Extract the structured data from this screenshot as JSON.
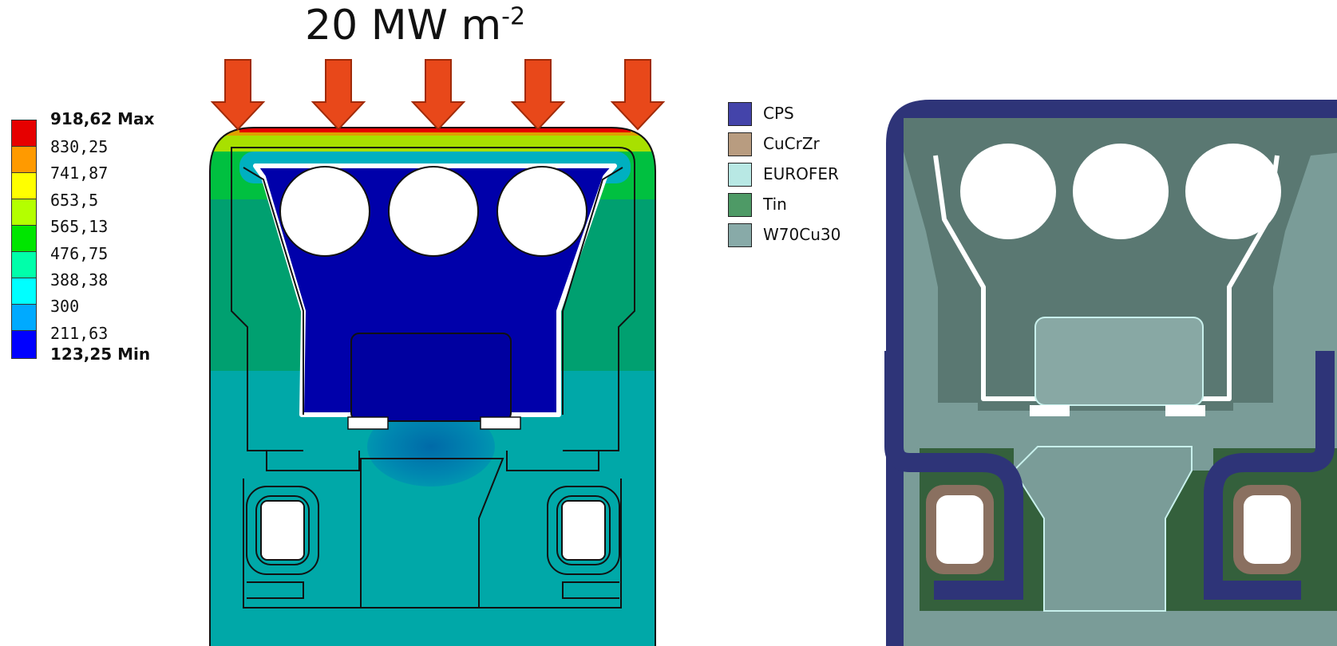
{
  "title": {
    "main": "20 MW m",
    "superscript": "-2"
  },
  "scale": {
    "labels": [
      "918,62 Max",
      "830,25",
      "741,87",
      "653,5",
      "565,13",
      "476,75",
      "388,38",
      "300",
      "211,63",
      "123,25 Min"
    ],
    "colors": [
      "#e60000",
      "#ff9a00",
      "#ffff00",
      "#b4ff00",
      "#00e600",
      "#00ffaa",
      "#00ffff",
      "#00aaff",
      "#0000ff"
    ]
  },
  "materials": [
    {
      "name": "CPS",
      "color": "#4444aa"
    },
    {
      "name": "CuCrZr",
      "color": "#b89c80"
    },
    {
      "name": "EUROFER",
      "color": "#b8e8e4"
    },
    {
      "name": "Tin",
      "color": "#4e9a66"
    },
    {
      "name": "W70Cu30",
      "color": "#88aaa8"
    }
  ],
  "colors": {
    "arrow": "#e8481a",
    "hot_red": "#e60000",
    "cool_blue": "#0000aa",
    "cyan_body": "#00a8a8",
    "green_band": "#00a070",
    "model_cps": "#2e3478",
    "model_w70cu30": "#7a9c98",
    "model_inner": "#5a7872",
    "model_tin": "#34603c",
    "model_cucrzr": "#8a7060",
    "model_eurofer": "#88a8a4"
  }
}
